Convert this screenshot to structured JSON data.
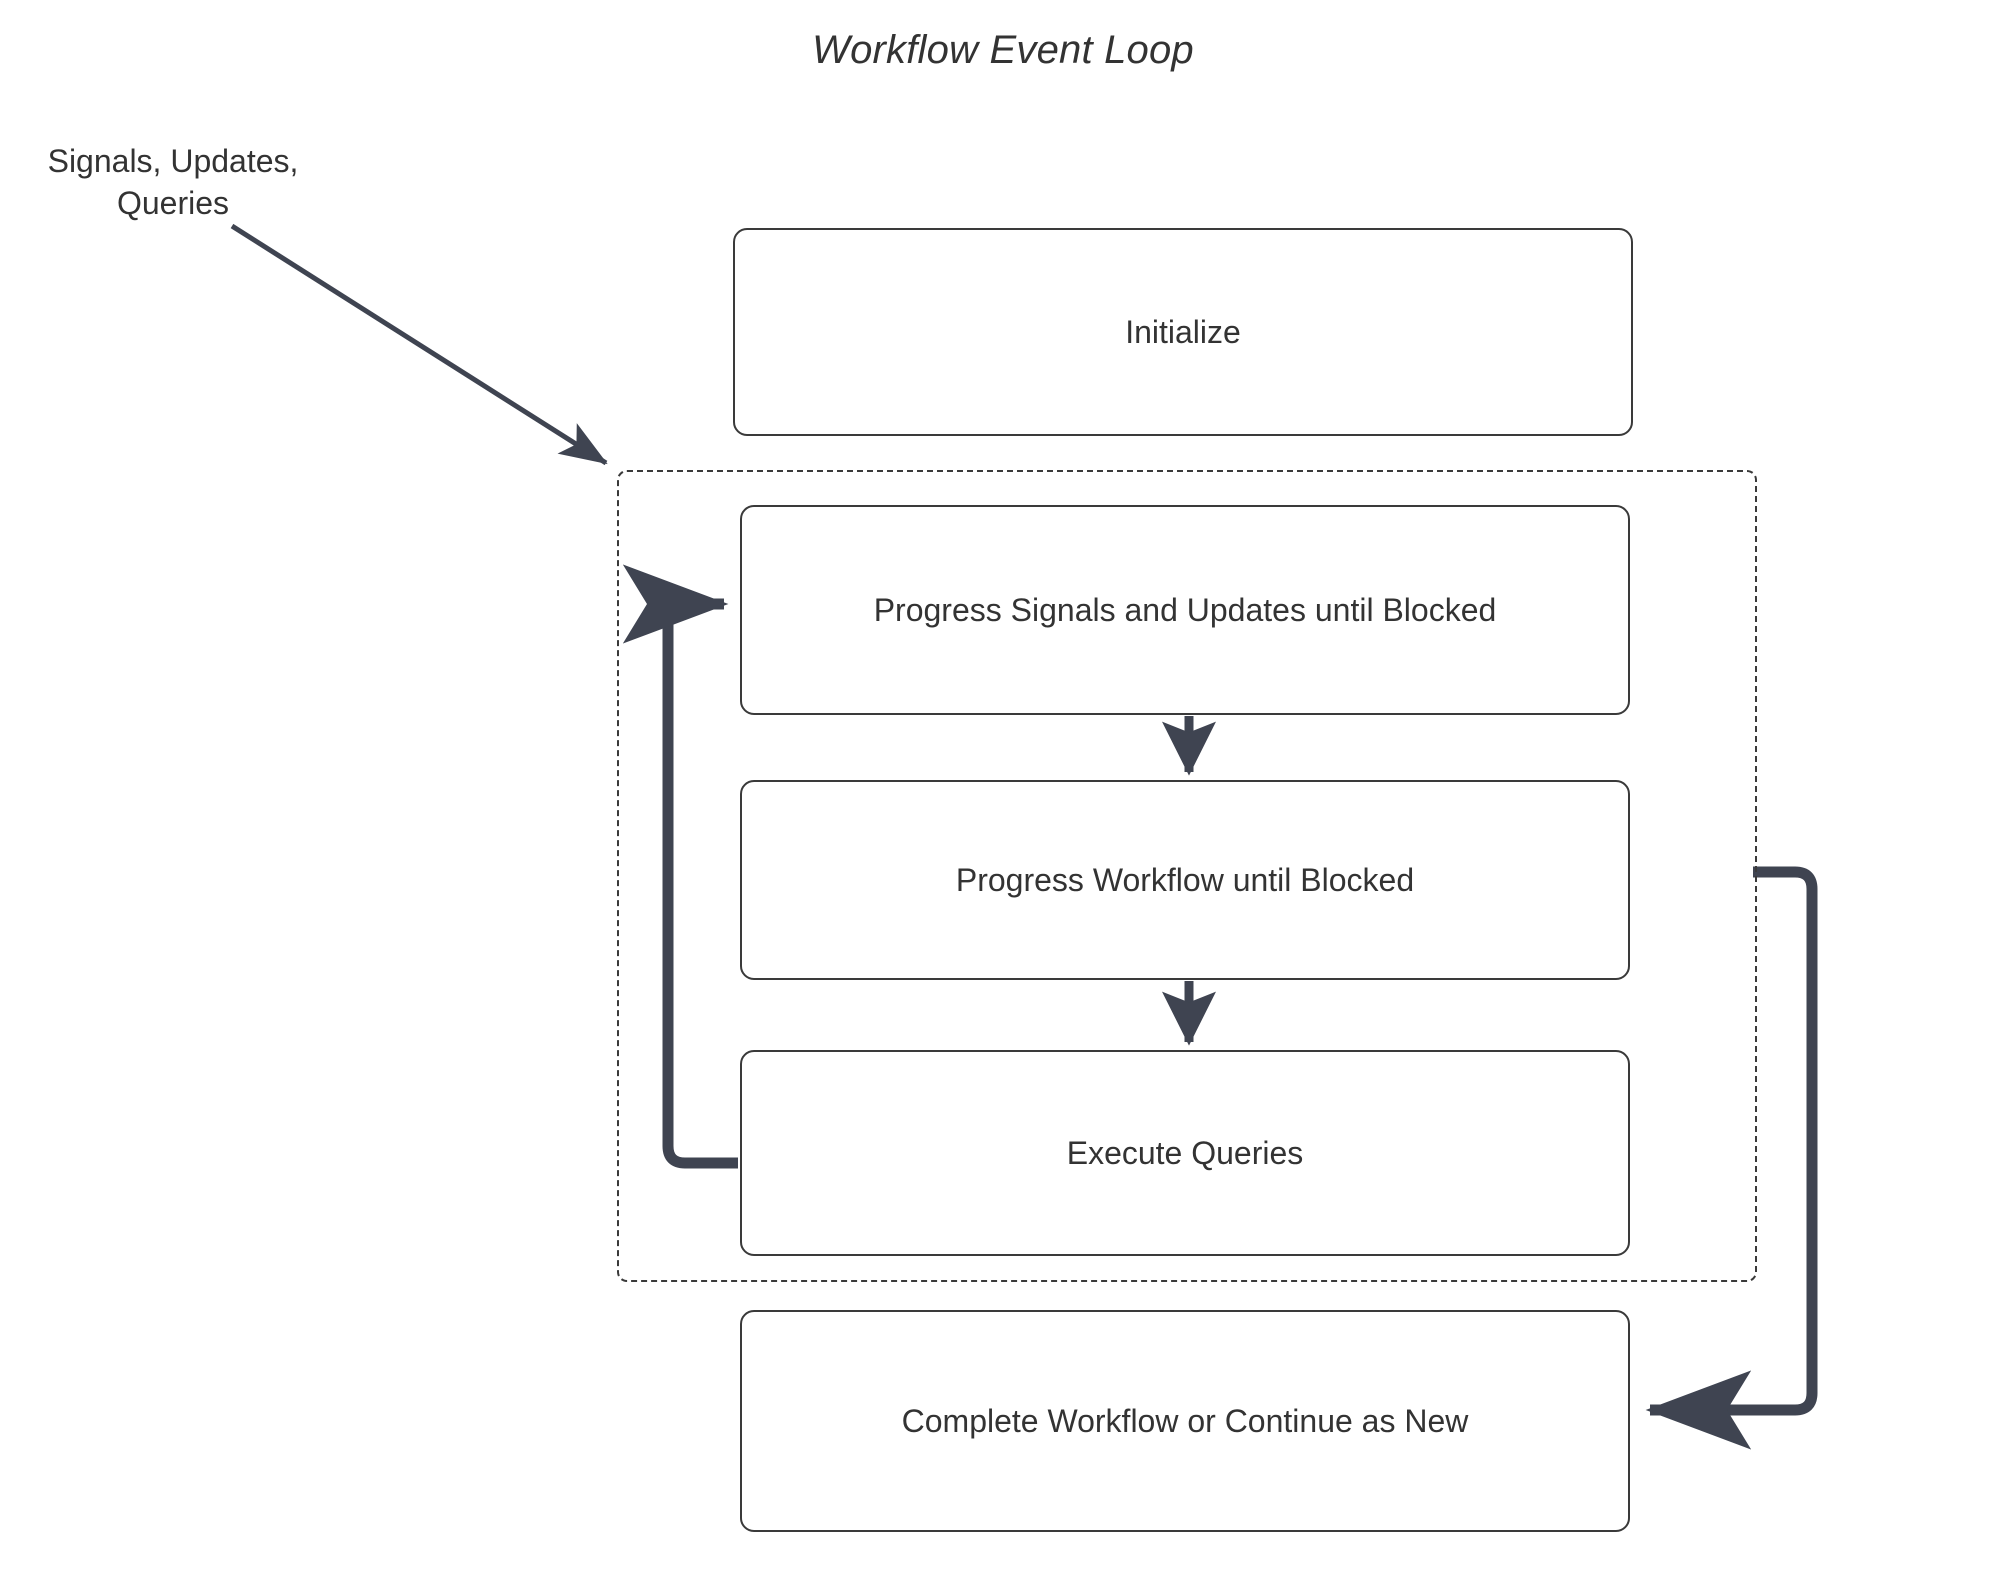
{
  "diagram": {
    "title": "Workflow Event Loop",
    "type": "flowchart",
    "external_label": "Signals, Updates,\nQueries",
    "colors": {
      "node_border": "#3a3a3a",
      "node_fill": "#ffffff",
      "text": "#333333",
      "edge": "#3f4451",
      "loop_border": "#3a3a3a",
      "background": "#ffffff"
    },
    "loop_container": {
      "name": "event-loop-group",
      "border_style": "dashed",
      "label": ""
    },
    "nodes": [
      {
        "id": "initialize",
        "label": "Initialize"
      },
      {
        "id": "progress-su",
        "label": "Progress Signals and Updates until Blocked"
      },
      {
        "id": "progress-wf",
        "label": "Progress Workflow until Blocked"
      },
      {
        "id": "exec-queries",
        "label": "Execute Queries"
      },
      {
        "id": "complete",
        "label": "Complete Workflow or Continue as New"
      }
    ],
    "edges": [
      {
        "id": "signals-into-loop",
        "from": "external-input",
        "to": "event-loop-group",
        "label": "",
        "style": "solid-arrow"
      },
      {
        "id": "su-to-wf",
        "from": "progress-su",
        "to": "progress-wf",
        "label": "",
        "style": "solid-arrow"
      },
      {
        "id": "wf-to-queries",
        "from": "progress-wf",
        "to": "exec-queries",
        "label": "",
        "style": "solid-arrow"
      },
      {
        "id": "queries-back-to-su",
        "from": "exec-queries",
        "to": "progress-su",
        "label": "",
        "style": "loop-back-arrow"
      },
      {
        "id": "loop-to-complete",
        "from": "event-loop-group",
        "to": "complete",
        "label": "",
        "style": "solid-arrow"
      }
    ]
  }
}
